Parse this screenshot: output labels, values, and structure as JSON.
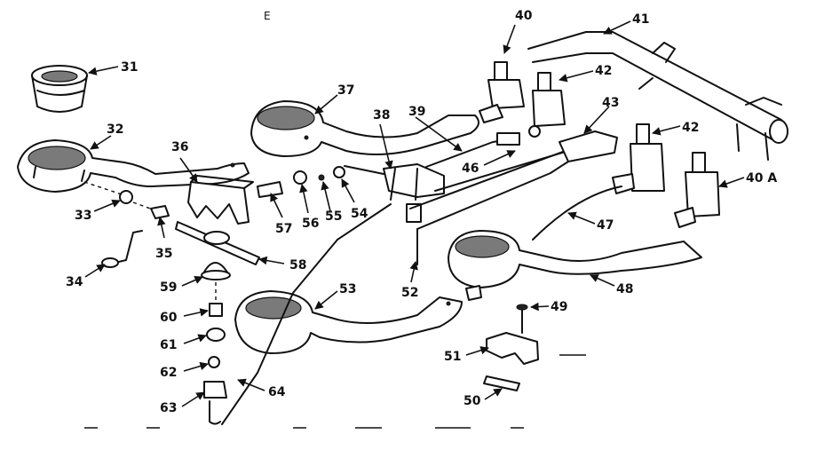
{
  "corner_mark": "E",
  "callouts": [
    "31",
    "32",
    "33",
    "34",
    "35",
    "36",
    "37",
    "38",
    "39",
    "40",
    "40 A",
    "41",
    "42",
    "43",
    "46",
    "47",
    "48",
    "49",
    "50",
    "51",
    "52",
    "53",
    "54",
    "55",
    "56",
    "57",
    "58",
    "59",
    "60",
    "61",
    "62",
    "63",
    "64"
  ]
}
